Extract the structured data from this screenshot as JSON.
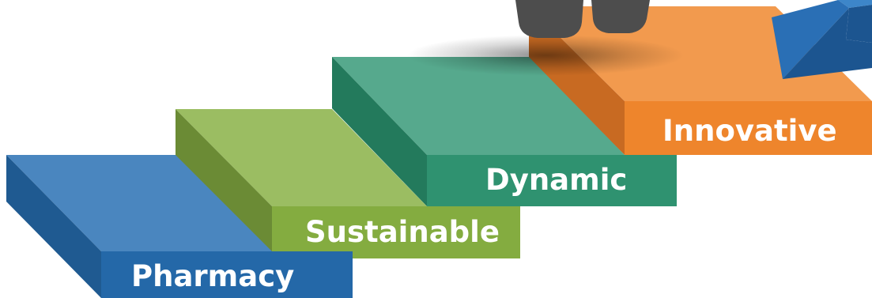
{
  "steps": [
    {
      "label": "Pharmacy",
      "top_color": "#4a86bf",
      "side_color": "#1f5a91",
      "front_color": "#2468a8"
    },
    {
      "label": "Sustainable",
      "top_color": "#9bbd62",
      "side_color": "#6b8b35",
      "front_color": "#84ac40"
    },
    {
      "label": "Dynamic",
      "top_color": "#56a98d",
      "side_color": "#237a5c",
      "front_color": "#2f9270"
    },
    {
      "label": "Innovative",
      "top_color": "#f29a4e",
      "side_color": "#c86a22",
      "front_color": "#ee852c"
    }
  ],
  "decor": {
    "foot_color": "#4d4d4d",
    "cube_front": "#2a6fb5",
    "cube_side": "#1c5590",
    "cube_top": "#3d86c9"
  }
}
